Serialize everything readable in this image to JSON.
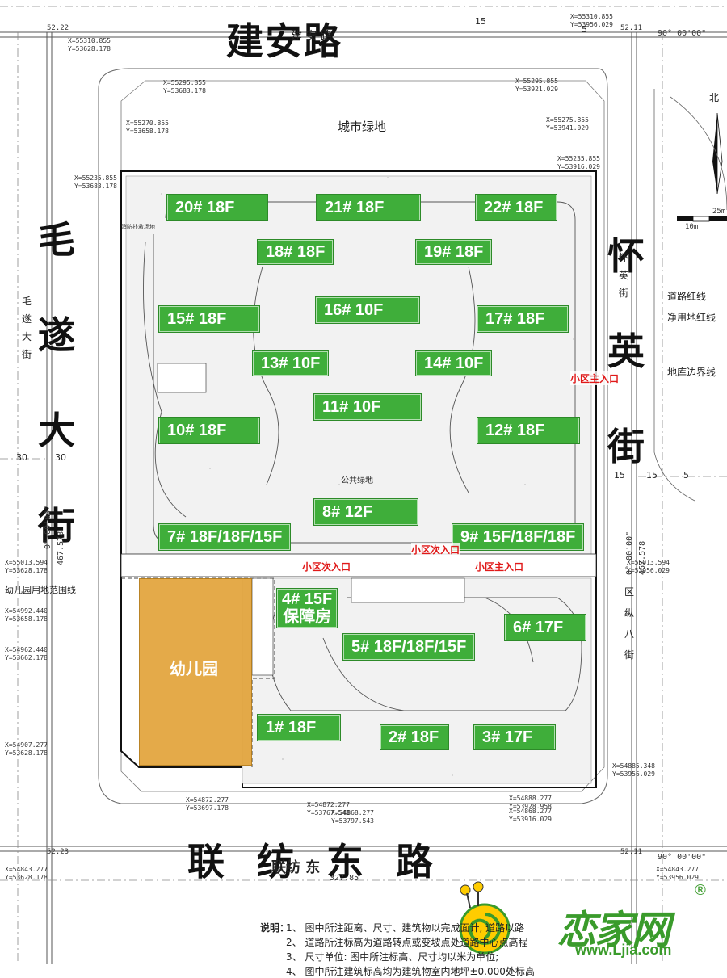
{
  "roads": {
    "north": "建安路",
    "north_inner": "建 安 路",
    "south": "联纺东路",
    "south_inner": "联纺 东",
    "west": "毛遂大街",
    "west_inner": "毛遂大街",
    "east": "怀英街",
    "east_inner": "怀英街",
    "east_lower_inner": "区纵八街"
  },
  "areas": {
    "city_green": "城市绿地",
    "public_green": "公共绿地",
    "kindergarten": "幼儿园"
  },
  "buildings": [
    {
      "id": "20",
      "label": "20# 18F"
    },
    {
      "id": "21",
      "label": "21# 18F"
    },
    {
      "id": "22",
      "label": "22# 18F"
    },
    {
      "id": "18",
      "label": "18# 18F"
    },
    {
      "id": "19",
      "label": "19# 18F"
    },
    {
      "id": "15",
      "label": "15# 18F"
    },
    {
      "id": "16",
      "label": "16# 10F"
    },
    {
      "id": "17",
      "label": "17# 18F"
    },
    {
      "id": "13",
      "label": "13# 10F"
    },
    {
      "id": "14",
      "label": "14# 10F"
    },
    {
      "id": "11",
      "label": "11# 10F"
    },
    {
      "id": "10",
      "label": "10# 18F"
    },
    {
      "id": "12",
      "label": "12# 18F"
    },
    {
      "id": "8",
      "label": "8# 12F"
    },
    {
      "id": "7",
      "label": "7# 18F/18F/15F"
    },
    {
      "id": "9",
      "label": "9# 15F/18F/18F"
    },
    {
      "id": "4",
      "label": "4# 15F",
      "sub": "保障房"
    },
    {
      "id": "6",
      "label": "6# 17F"
    },
    {
      "id": "5",
      "label": "5# 18F/18F/15F"
    },
    {
      "id": "1",
      "label": "1# 18F"
    },
    {
      "id": "2",
      "label": "2# 18F"
    },
    {
      "id": "3",
      "label": "3# 17F"
    }
  ],
  "gates": {
    "main_east": "小区主入口",
    "secondary_mid": "小区次入口",
    "secondary_south": "小区次入口",
    "main_south": "小区主入口"
  },
  "annotations": {
    "road_red_line": "道路红线",
    "net_land_line": "净用地红线",
    "basement_line": "地库边界线",
    "kindergarten_line": "幼儿园用地范围线",
    "north_mark": "北",
    "scale_10": "10m",
    "scale_25": "25m",
    "angle_top": "90° 00'00\"",
    "angle_bottom": "90° 00'00\"",
    "angle_left": "0° 00'00\"",
    "angle_right": "0° 00'00\"",
    "dim_left": "467.578",
    "dim_right": "467.578",
    "dim_bottom": "327.85",
    "road_w_top_l": "52.22",
    "road_w_top_r": "52.11",
    "road_w_bot_l": "52.23",
    "road_w_bot_r": "52.11",
    "num_30_l": "30",
    "num_30_r": "30",
    "num_15_a": "15",
    "num_15_b": "15",
    "num_5": "5",
    "num_15_top": "15",
    "num_5_top": "5",
    "fire_op": "消防扑救场地"
  },
  "coords": [
    "X=55310.855",
    "Y=53628.178",
    "X=55310.855",
    "Y=53956.029",
    "X=55295.855",
    "Y=53683.178",
    "X=55295.855",
    "Y=53921.029",
    "X=55270.855",
    "Y=53658.178",
    "X=55275.855",
    "Y=53941.029",
    "X=55235.855",
    "Y=53683.178",
    "X=55235.855",
    "Y=53916.029",
    "X=55013.594",
    "Y=53628.178",
    "X=55013.594",
    "Y=53956.029",
    "X=54992.440",
    "Y=53658.178",
    "X=54962.440",
    "Y=53662.178",
    "X=54907.277",
    "Y=53628.178",
    "X=54872.277",
    "Y=53697.178",
    "X=54872.277",
    "Y=53767.543",
    "X=54868.277",
    "Y=53797.543",
    "X=54888.277",
    "Y=53928.958",
    "X=54868.277",
    "Y=53916.029",
    "X=54885.348",
    "Y=53956.029",
    "X=54843.277",
    "Y=53628.178",
    "X=54843.277",
    "Y=53956.029"
  ],
  "notes": {
    "title": "说明：",
    "n1": "1、  图中所注距离、尺寸、建筑物以完成面计, 道路以路",
    "n2": "2、  道路所注标高为道路转点或变坡点处道路中心点高程",
    "n3": "3、  尺寸单位: 图中所注标高、尺寸均以米为单位;",
    "n4": "4、  图中所注建筑标高均为建筑物室内地坪±0.000处标高"
  },
  "logo": {
    "text": "恋家网",
    "url": "www.Ljia.com",
    "reg": "®"
  },
  "colors": {
    "building_green": "#3fae3a",
    "kindergarten_orange": "#e2a33a",
    "gate_red": "#e01919",
    "brand_green": "#3a9b2b"
  }
}
